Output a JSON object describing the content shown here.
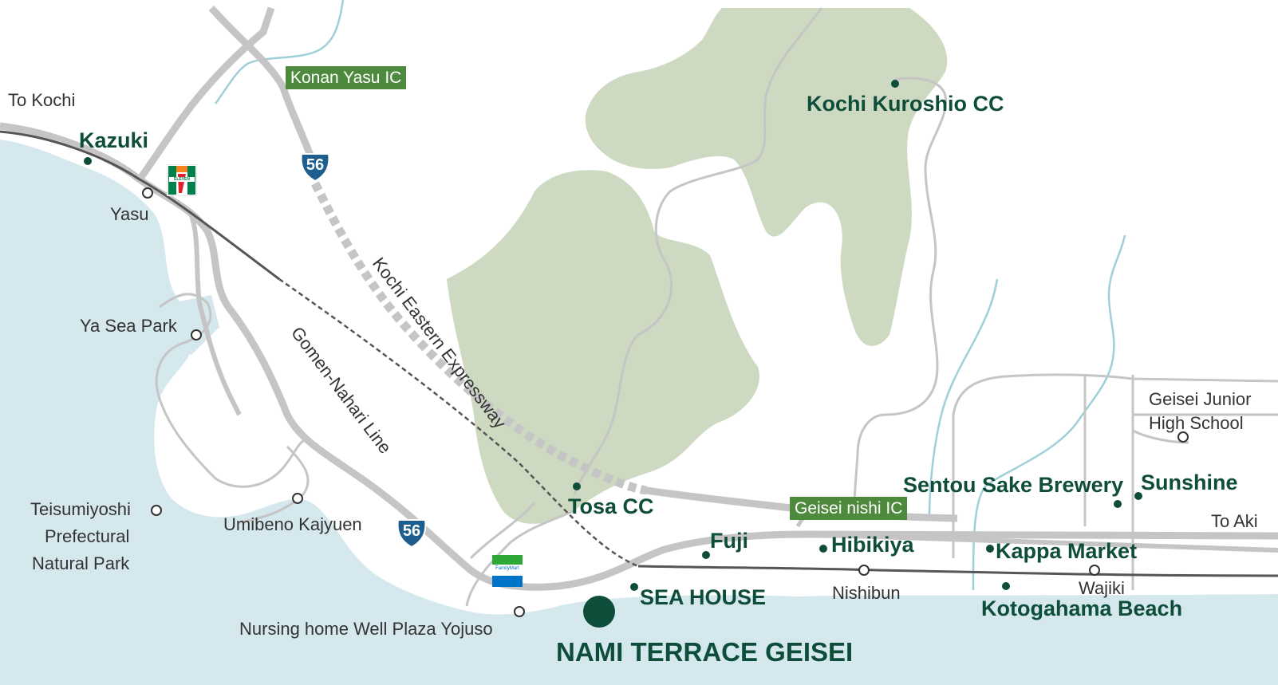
{
  "colors": {
    "sea": "#d4e8ee",
    "forest": "#cdd9c1",
    "road": "#c5c5c5",
    "rail": "#555555",
    "river": "#9fcfd9",
    "accent_green": "#0e4d3a",
    "ic_label_bg": "#4e8a3e",
    "route_badge": "#1e5e8e"
  },
  "labels": {
    "to_kochi": "To Kochi",
    "to_aki": "To Aki",
    "konan_yasu_ic": "Konan Yasu IC",
    "geisei_nishi_ic": "Geisei nishi IC",
    "route_56_upper": "56",
    "route_56_lower": "56",
    "kochi_eastern_expressway": "Kochi Eastern Expressway",
    "gomen_nahari_line": "Gomen-Nahari Line",
    "yasu": "Yasu",
    "ya_sea_park": "Ya Sea Park",
    "teisumiyoshi_park": [
      "Teisumiyoshi",
      "Prefectural",
      "Natural Park"
    ],
    "umibeno_kajyuen": "Umibeno Kajyuen",
    "nursing_home": "Nursing home Well Plaza Yojuso",
    "nishibun": "Nishibun",
    "wajiki": "Wajiki",
    "geisei_junior_high": [
      "Geisei Junior",
      "High School"
    ]
  },
  "places": {
    "kazuki": "Kazuki",
    "kochi_kuroshio_cc": "Kochi Kuroshio CC",
    "tosa_cc": "Tosa CC",
    "fuji": "Fuji",
    "hibikiya": "Hibikiya",
    "sea_house": "SEA HOUSE",
    "sentou_sake_brewery": "Sentou Sake Brewery",
    "sunshine": "Sunshine",
    "kappa_market": "Kappa Market",
    "kotogahama_beach": "Kotogahama Beach",
    "nami_terrace_geisei": "NAMI TERRACE GEISEI"
  },
  "icons": {
    "seven_eleven": "seven-eleven-store-icon",
    "familymart": "familymart-store-icon",
    "familymart_text": "FamilyMart",
    "seven_eleven_text": "ELEVEN"
  }
}
